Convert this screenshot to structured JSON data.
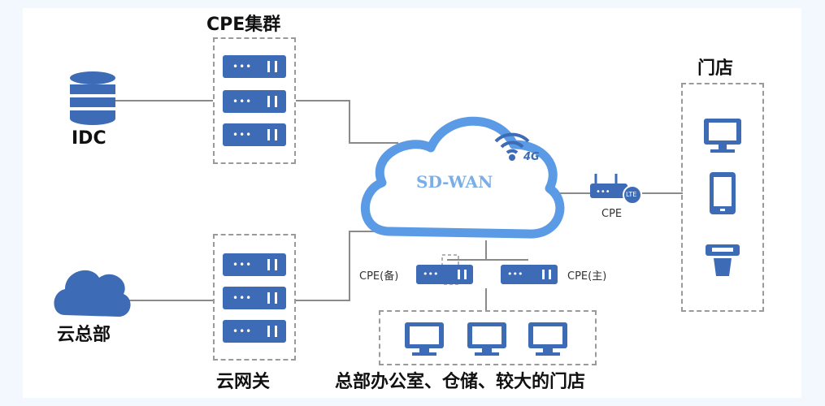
{
  "labels": {
    "cpe_cluster": "CPE集群",
    "idc": "IDC",
    "cloud_hq": "云总部",
    "cloud_gateway": "云网关",
    "sdwan": "SD-WAN",
    "store": "门店",
    "cpe": "CPE",
    "cpe_backup": "CPE(备)",
    "cpe_main": "CPE(主)",
    "hq_offices": "总部办公室、仓储、较大的门店",
    "signal_4g": "4G",
    "lte": "LTE"
  },
  "colors": {
    "primary_blue": "#3d6bb5",
    "cloud_stroke": "#5b9be6",
    "sdwan_text": "#7aaee8",
    "line_gray": "#8a8a8a",
    "dash_gray": "#9a9a9a"
  },
  "icons": [
    "database-icon",
    "cloud-icon",
    "server-icon",
    "wifi-icon",
    "router-icon",
    "monitor-icon",
    "tablet-icon",
    "camera-icon"
  ]
}
